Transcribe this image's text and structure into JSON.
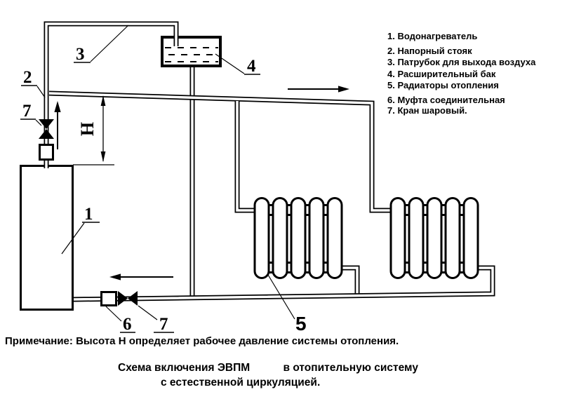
{
  "colors": {
    "ink": "#000000",
    "paper": "#ffffff"
  },
  "legend": {
    "items": [
      "1. Водонагреватель",
      "2. Напорный стояк",
      "3. Патрубок для выхода воздуха",
      "4. Расширительный бак",
      "5. Радиаторы отопления",
      "6. Муфта соединительная",
      "7. Кран шаровый."
    ]
  },
  "callouts": {
    "c1": "1",
    "c2": "2",
    "c3": "3",
    "c4": "4",
    "c5": "5",
    "c6": "6",
    "c7": "7",
    "height": "Н"
  },
  "note": "Примечание: Высота Н определяет рабочее давление системы отопления.",
  "caption": {
    "line1": "Схема включения ЭВПМ           в отопительную систему",
    "line2": "с естественной циркуляцией."
  }
}
